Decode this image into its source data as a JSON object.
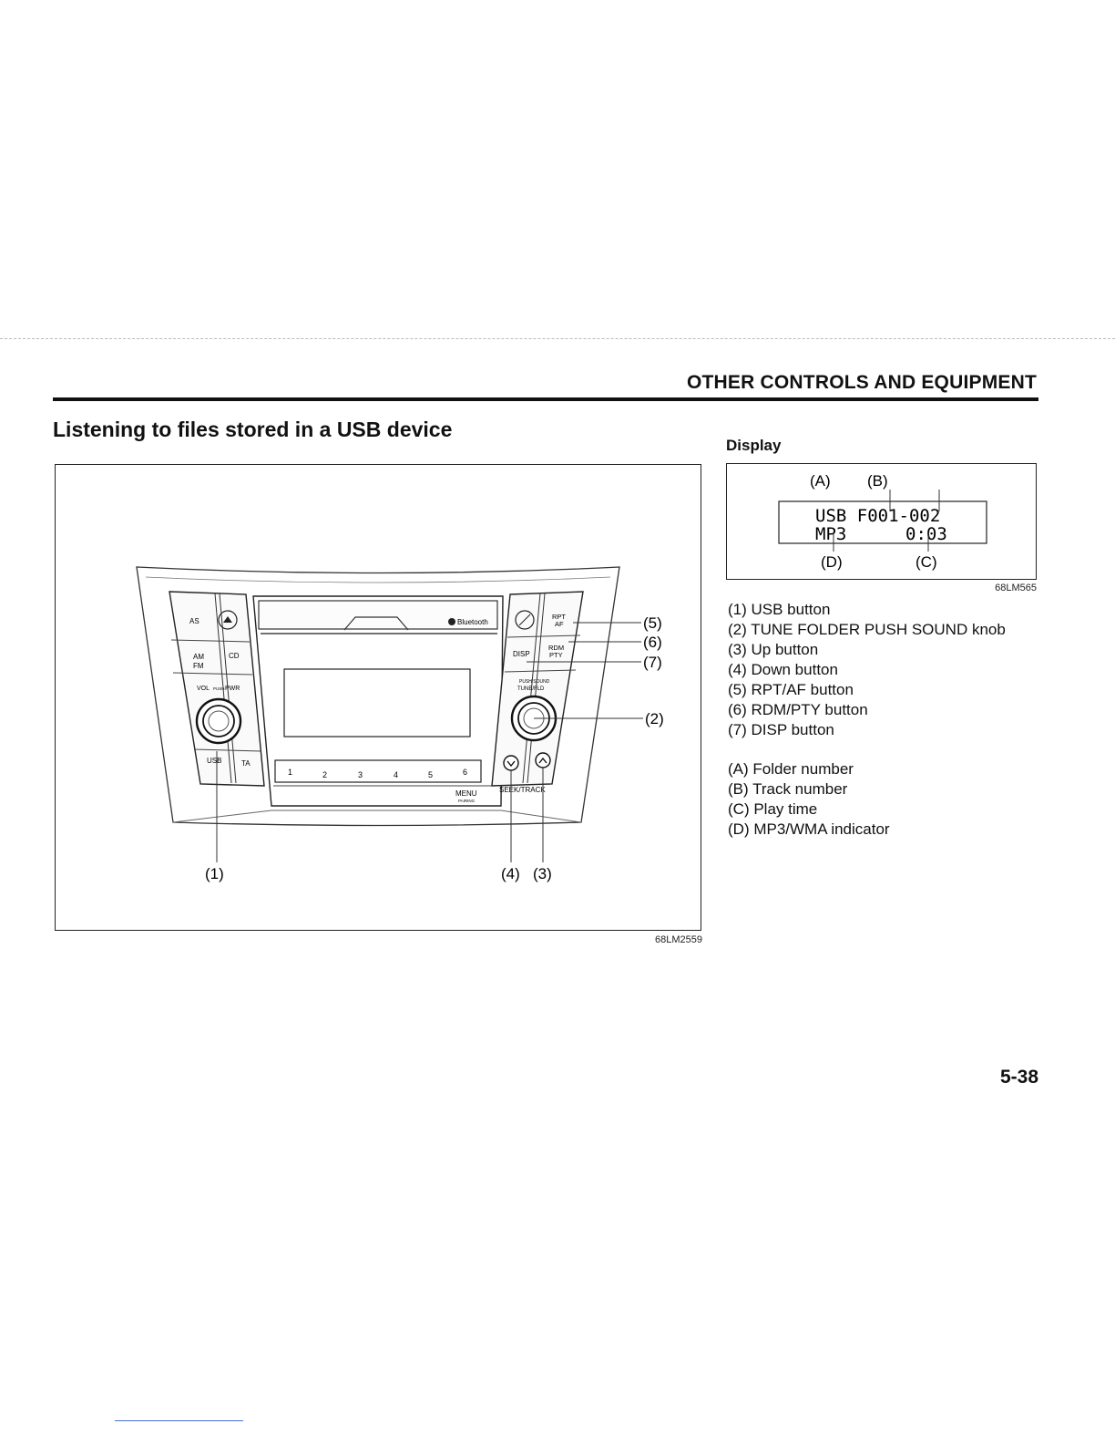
{
  "header": {
    "section_title": "OTHER CONTROLS AND EQUIPMENT"
  },
  "page_heading": "Listening to files stored in a USB device",
  "radio_figure": {
    "figure_code": "68LM2559",
    "buttons": {
      "as": "AS",
      "am": "AM",
      "fm": "FM",
      "cd": "CD",
      "vol_pwr_left": "VOL",
      "vol_pwr_push": "PUSH",
      "vol_pwr_right": "PWR",
      "usb": "USB",
      "ta": "TA",
      "bluetooth": "Bluetooth",
      "rpt": "RPT",
      "af": "AF",
      "disp": "DISP",
      "rdm": "RDM",
      "pty": "PTY",
      "push_sound": "PUSH SOUND",
      "tune_fld": "TUNE/FLD",
      "menu": "MENU",
      "pairing": "PAIRING",
      "seek_track": "SEEK/TRACK",
      "presets": [
        "1",
        "2",
        "3",
        "4",
        "5",
        "6"
      ]
    },
    "callouts": {
      "c1": "(1)",
      "c2": "(2)",
      "c3": "(3)",
      "c4": "(4)",
      "c5": "(5)",
      "c6": "(6)",
      "c7": "(7)"
    }
  },
  "display_section": {
    "heading": "Display",
    "figure_code": "68LM565",
    "lcd_line1": "USB F001-002",
    "lcd_line2_left": "MP3",
    "lcd_line2_right": "0:03",
    "markers": {
      "a": "(A)",
      "b": "(B)",
      "c": "(C)",
      "d": "(D)"
    }
  },
  "legend_numbered": [
    "(1) USB button",
    "(2) TUNE FOLDER PUSH SOUND knob",
    "(3) Up button",
    "(4) Down button",
    "(5) RPT/AF button",
    "(6) RDM/PTY button",
    "(7) DISP button"
  ],
  "legend_lettered": [
    "(A) Folder number",
    "(B) Track number",
    "(C) Play time",
    "(D) MP3/WMA indicator"
  ],
  "page_number": "5-38"
}
